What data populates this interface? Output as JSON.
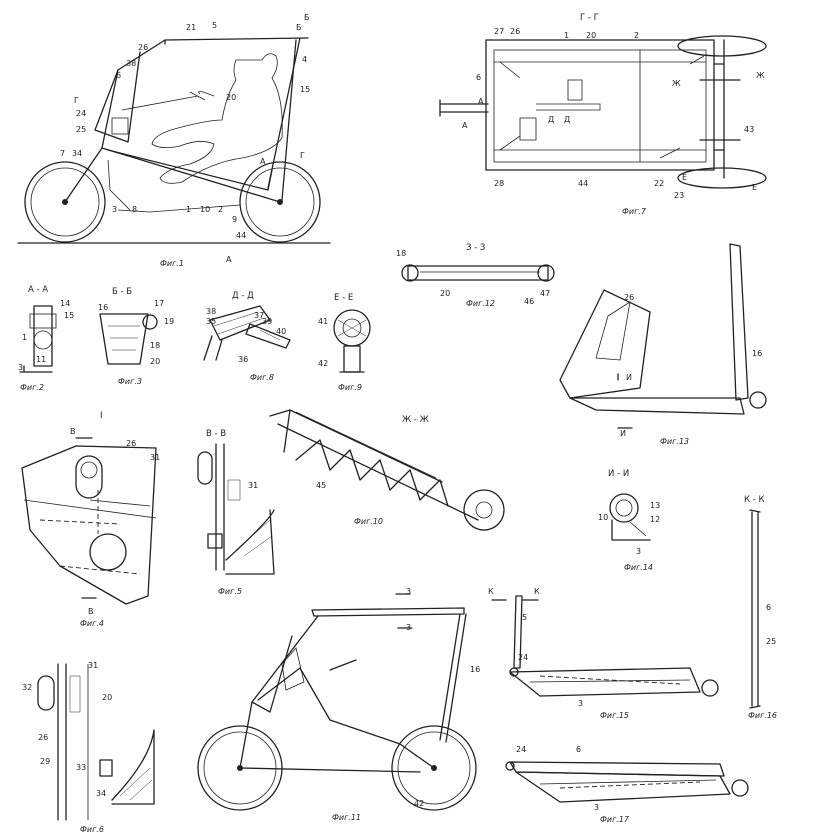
{
  "figures": {
    "fig1": {
      "caption": "Фиг.1",
      "labels": [
        "21",
        "5",
        "Б",
        "26",
        "38",
        "6",
        "4",
        "15",
        "20",
        "Г",
        "7",
        "24",
        "25",
        "34",
        "3",
        "8",
        "1",
        "10",
        "2",
        "9",
        "44",
        "А",
        "А",
        "Б",
        "Г"
      ]
    },
    "fig2": {
      "caption": "Фиг.2",
      "section": "А - А",
      "labels": [
        "14",
        "15",
        "1",
        "11",
        "3"
      ]
    },
    "fig3": {
      "caption": "Фиг.3",
      "section": "Б - Б",
      "labels": [
        "16",
        "17",
        "19",
        "18",
        "20"
      ]
    },
    "fig4": {
      "caption": "Фиг.4",
      "section": "I",
      "labels": [
        "В",
        "26",
        "31",
        "В"
      ]
    },
    "fig5": {
      "caption": "Фиг.5",
      "section": "В - В",
      "labels": [
        "31"
      ]
    },
    "fig6": {
      "caption": "Фиг.6",
      "labels": [
        "32",
        "31",
        "20",
        "26",
        "29",
        "33",
        "34"
      ]
    },
    "fig7": {
      "caption": "Фиг.7",
      "section": "Г - Г",
      "labels": [
        "27",
        "26",
        "1",
        "20",
        "2",
        "Ж",
        "6",
        "Ж",
        "А",
        "Д",
        "Д",
        "43",
        "28",
        "44",
        "22",
        "23",
        "Е",
        "Е",
        "А"
      ]
    },
    "fig8": {
      "caption": "Фиг.8",
      "section": "Д - Д",
      "labels": [
        "38",
        "35",
        "37",
        "39",
        "40",
        "36"
      ]
    },
    "fig9": {
      "caption": "Фиг.9",
      "section": "Е - Е",
      "labels": [
        "41",
        "42"
      ]
    },
    "fig10": {
      "caption": "Фиг.10",
      "section": "Ж - Ж",
      "labels": [
        "45"
      ]
    },
    "fig11": {
      "caption": "Фиг.11",
      "labels": [
        "3",
        "3",
        "16",
        "42"
      ]
    },
    "fig12": {
      "caption": "Фиг.12",
      "section": "З - З",
      "labels": [
        "18",
        "20",
        "46",
        "47"
      ]
    },
    "fig13": {
      "caption": "Фиг.13",
      "labels": [
        "26",
        "16",
        "И",
        "И"
      ]
    },
    "fig14": {
      "caption": "Фиг.14",
      "section": "И - И",
      "labels": [
        "13",
        "10",
        "12",
        "3"
      ]
    },
    "fig15": {
      "caption": "Фиг.15",
      "labels": [
        "К",
        "К",
        "5",
        "24",
        "3"
      ]
    },
    "fig16": {
      "caption": "Фиг.16",
      "section": "К - К",
      "labels": [
        "6",
        "25"
      ]
    },
    "fig17": {
      "caption": "Фиг.17",
      "labels": [
        "24",
        "6",
        "3"
      ]
    }
  }
}
